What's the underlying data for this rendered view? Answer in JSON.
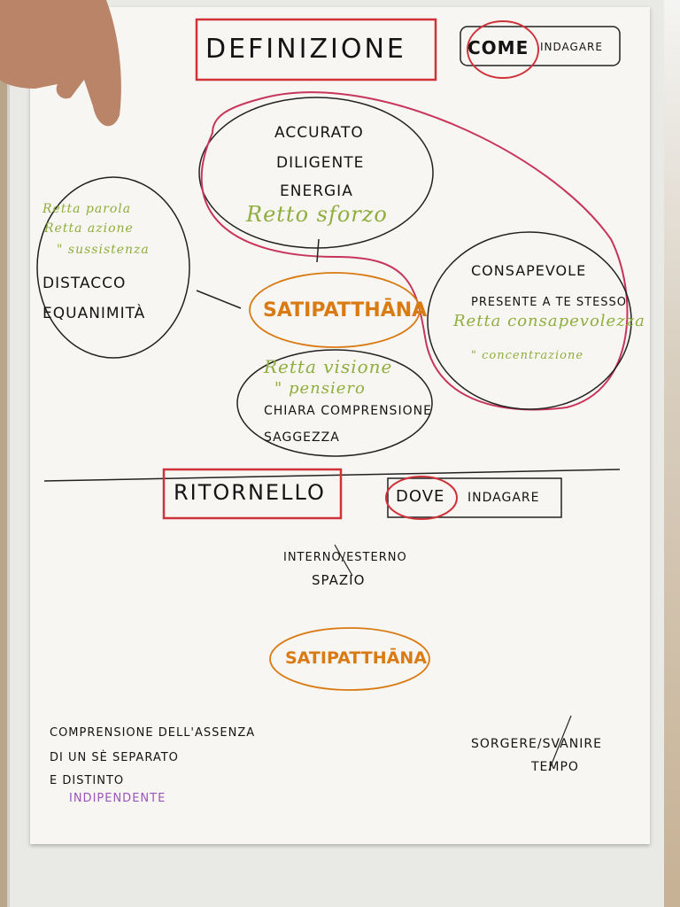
{
  "header": {
    "title": "DEFINIZIONE",
    "come": "COME",
    "indagare": "INDAGARE"
  },
  "top_bubble": {
    "lines": [
      "ACCURATO",
      "DILIGENTE",
      "ENERGIA"
    ],
    "green": "Retto sforzo"
  },
  "left_bubble": {
    "green": [
      "Retta parola",
      "Retta azione",
      "\" sussistenza"
    ],
    "lines": [
      "DISTACCO",
      "EQUANIMITÀ"
    ]
  },
  "center": {
    "label": "SATIPATTHĀNA"
  },
  "right_bubble": {
    "lines": [
      "CONSAPEVOLE",
      "PRESENTE A TE STESSO"
    ],
    "green": [
      "Retta consapevolezza",
      "\" concentrazione"
    ]
  },
  "bottom_bubble": {
    "green": [
      "Retta visione",
      "\" pensiero"
    ],
    "lines": [
      "CHIARA COMPRENSIONE",
      "SAGGEZZA"
    ]
  },
  "section2": {
    "title": "RITORNELLO",
    "dove": "DOVE",
    "indagare": "INDAGARE",
    "space": [
      "INTERNO/ESTERNO",
      "SPAZIO"
    ],
    "center": "SATIPATTHĀNA"
  },
  "footer_left": {
    "lines": [
      "COMPRENSIONE DELL'ASSENZA",
      "DI UN SÈ SEPARATO",
      "E DISTINTO"
    ],
    "purple": "INDIPENDENTE"
  },
  "footer_right": {
    "lines": [
      "SORGERE/SVANIRE",
      "TEMPO"
    ]
  },
  "colors": {
    "red": "#d0323a",
    "green": "#8fae3e",
    "orange": "#d97a12",
    "purple": "#9a55b8"
  }
}
